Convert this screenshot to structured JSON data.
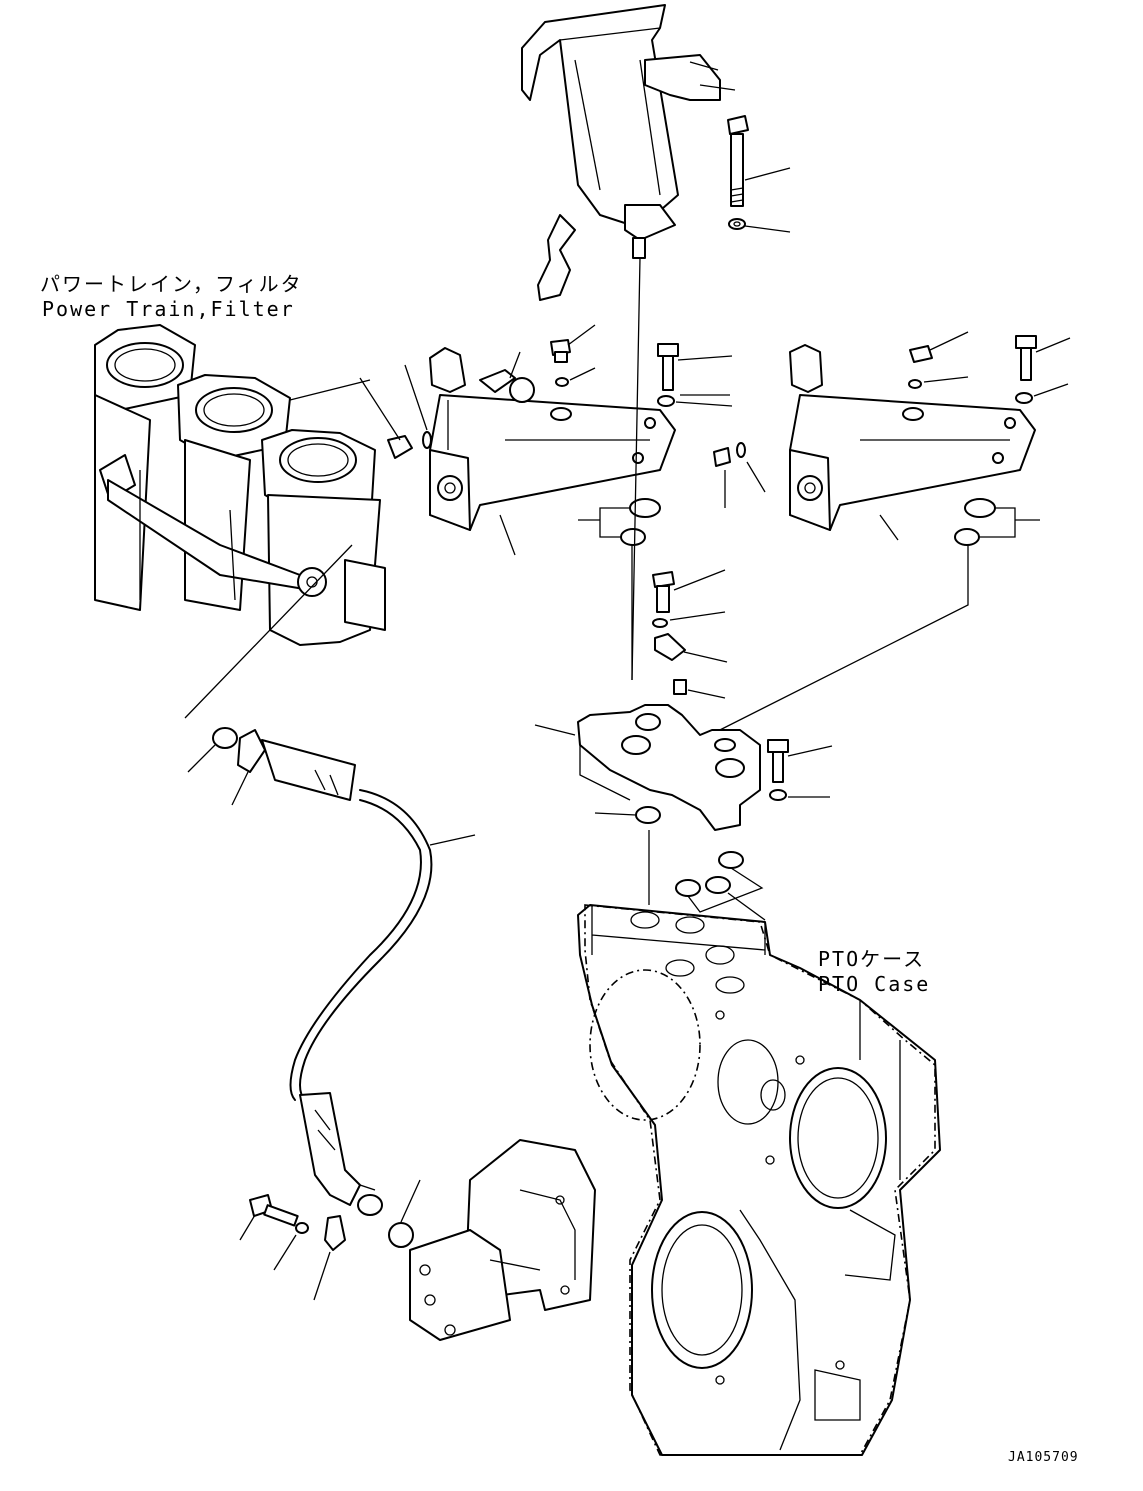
{
  "labels": {
    "power_train_jp": "パワートレイン，フィルタ",
    "power_train_en": "Power Train,Filter",
    "pto_case_jp": "PTOケース",
    "pto_case_en": "PTO Case",
    "drawing_code": "JA105709"
  }
}
